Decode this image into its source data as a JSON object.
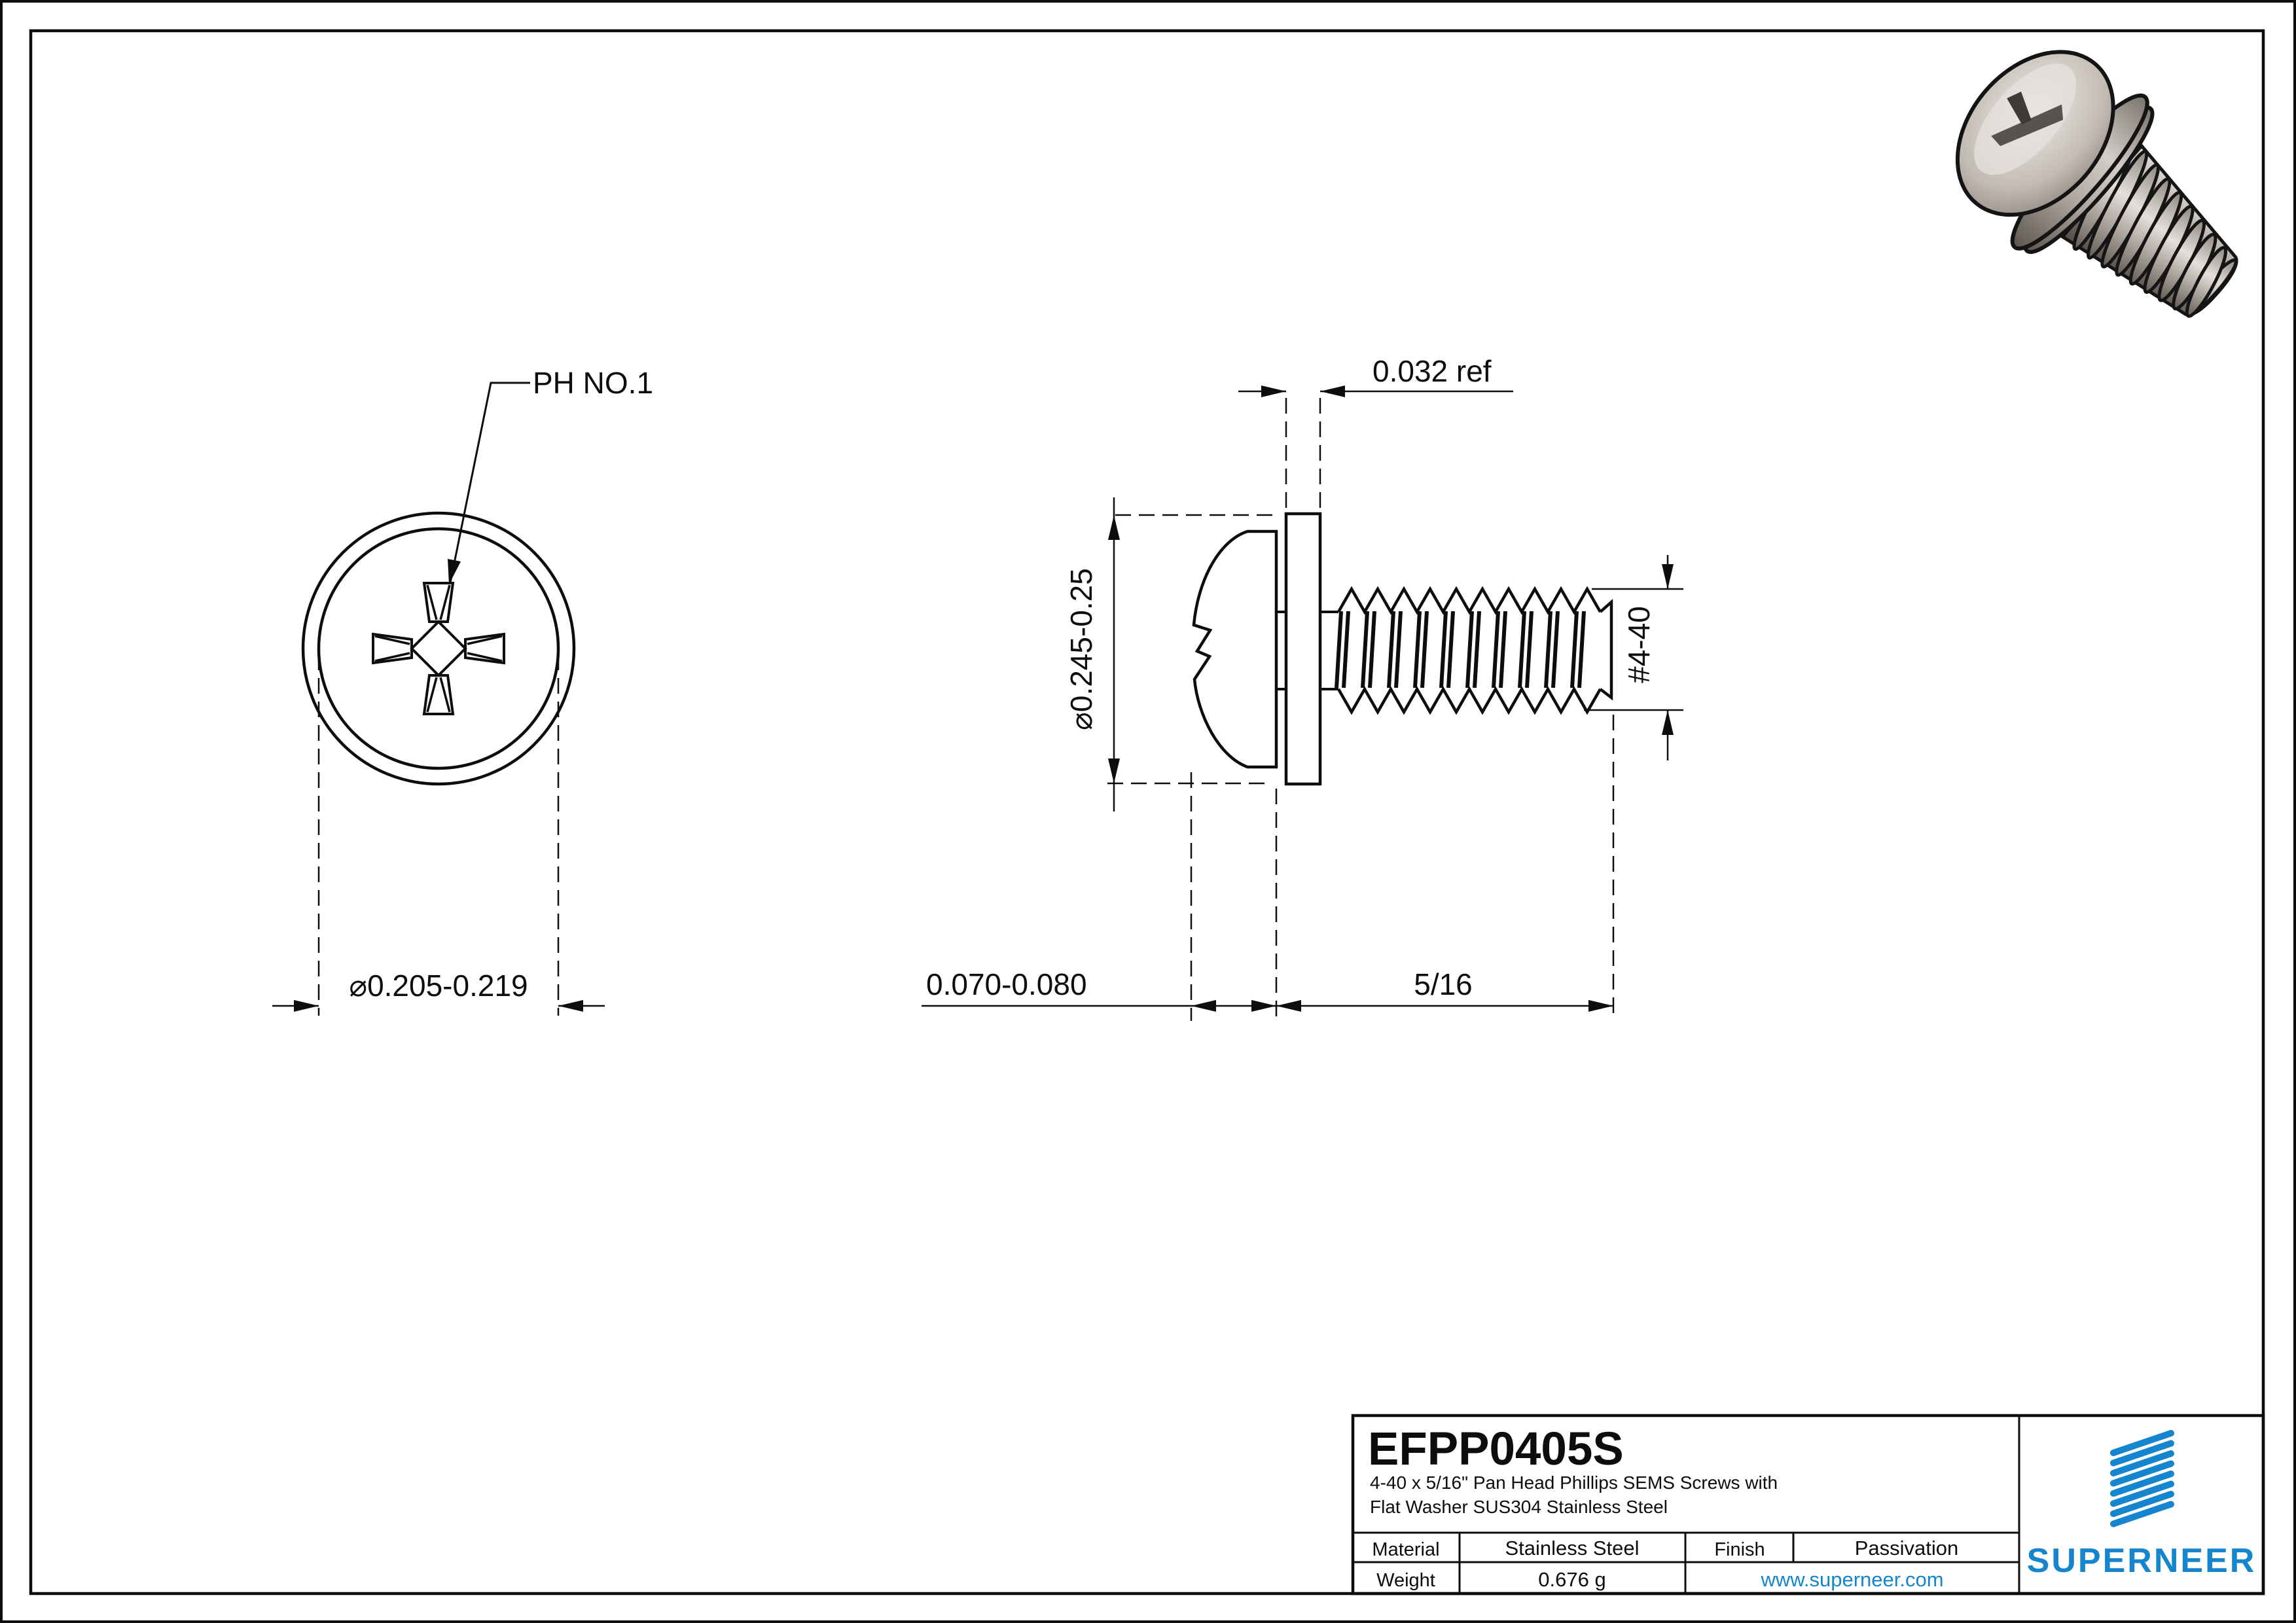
{
  "drawing": {
    "front_view": {
      "drive_callout": "PH NO.1",
      "head_diameter": "⌀0.205-0.219"
    },
    "side_view": {
      "washer_thickness": "0.032 ref",
      "washer_diameter": "⌀0.245-0.25",
      "thread_spec": "#4-40",
      "head_height": "0.070-0.080",
      "thread_length": "5/16"
    }
  },
  "title_block": {
    "part_number": "EFPP0405S",
    "description_line1": "4-40 x 5/16\" Pan Head Phillips SEMS Screws with",
    "description_line2": "Flat Washer SUS304 Stainless Steel",
    "material_label": "Material",
    "material_value": "Stainless Steel",
    "finish_label": "Finish",
    "finish_value": "Passivation",
    "weight_label": "Weight",
    "weight_value": "0.676 g",
    "website": "www.superneer.com",
    "brand": "SUPERNEER"
  },
  "colors": {
    "accent_blue": "#1585cd",
    "line_black": "#0d0d0d",
    "metal_light": "#e9e5e0",
    "metal_mid": "#aaa39b",
    "metal_dark": "#5d5751"
  }
}
